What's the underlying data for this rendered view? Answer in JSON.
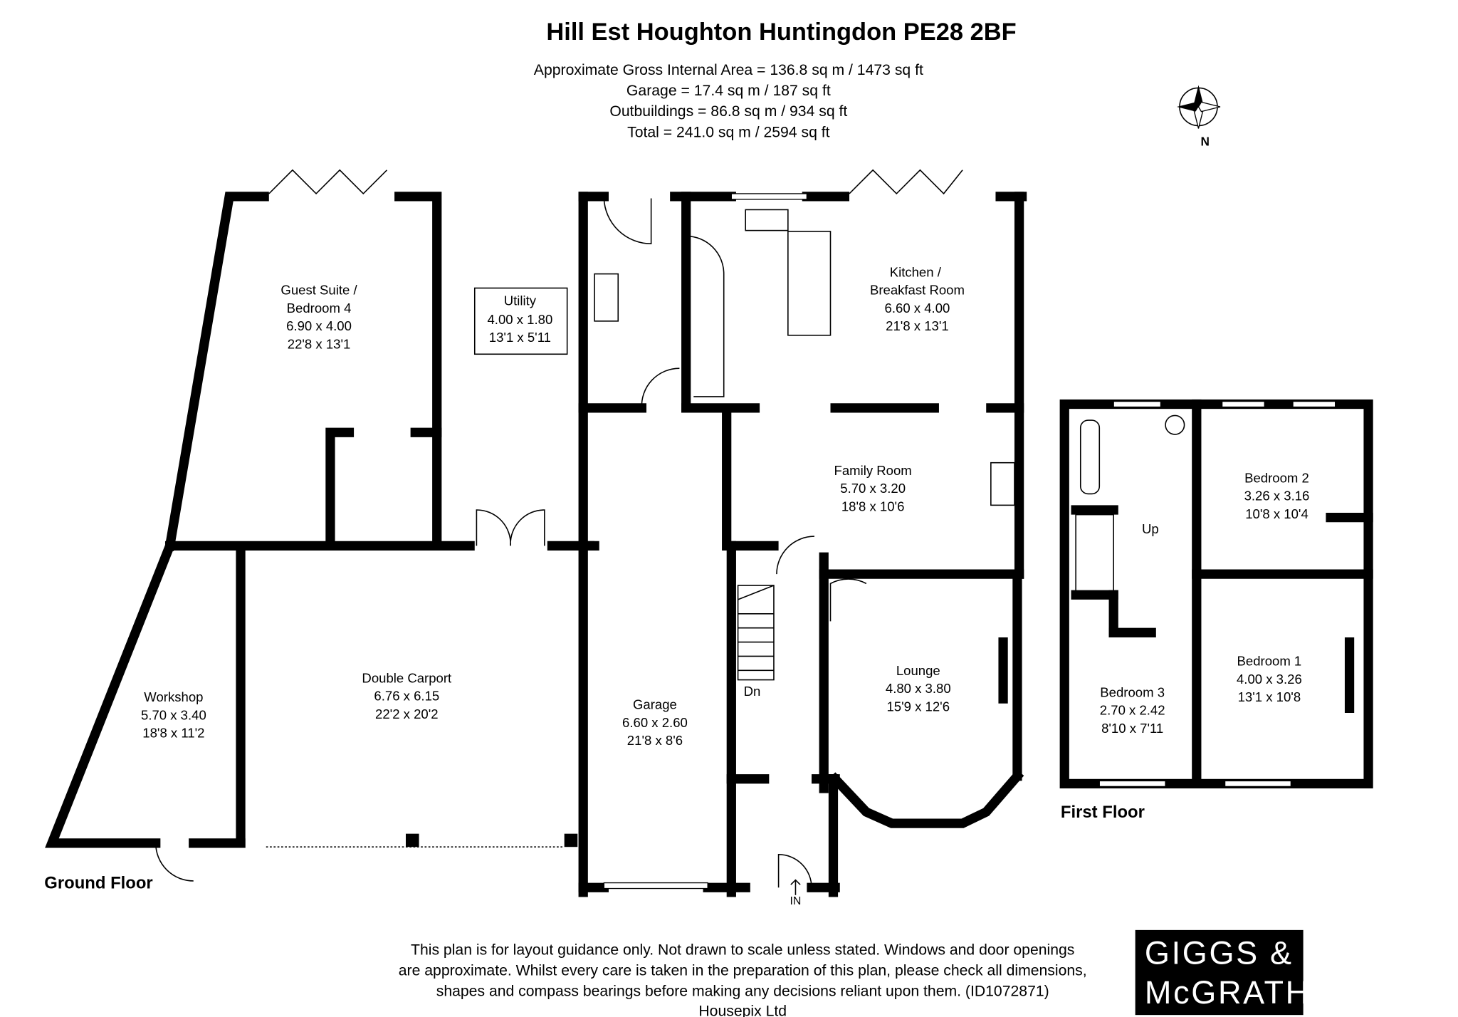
{
  "title": "Hill Est Houghton Huntingdon PE28 2BF",
  "areas": [
    "Approximate Gross Internal Area = 136.8 sq m / 1473 sq ft",
    "Garage = 17.4 sq m / 187 sq ft",
    "Outbuildings = 86.8 sq m / 934 sq ft",
    "Total = 241.0 sq m / 2594 sq ft"
  ],
  "compass": {
    "icon": "compass-rose-icon",
    "label": "N"
  },
  "floors": {
    "ground": "Ground Floor",
    "first": "First Floor"
  },
  "rooms": {
    "guest_suite": [
      "Guest Suite /",
      "Bedroom 4",
      "6.90 x 4.00",
      "22'8 x 13'1"
    ],
    "utility": [
      "Utility",
      "4.00 x 1.80",
      "13'1 x 5'11"
    ],
    "kitchen": [
      "Kitchen /",
      "Breakfast Room",
      "6.60 x 4.00",
      "21'8 x 13'1"
    ],
    "family": [
      "Family Room",
      "5.70 x 3.20",
      "18'8 x 10'6"
    ],
    "workshop": [
      "Workshop",
      "5.70 x 3.40",
      "18'8 x 11'2"
    ],
    "carport": [
      "Double Carport",
      "6.76 x 6.15",
      "22'2 x 20'2"
    ],
    "garage": [
      "Garage",
      "6.60 x 2.60",
      "21'8 x 8'6"
    ],
    "lounge": [
      "Lounge",
      "4.80 x 3.80",
      "15'9 x 12'6"
    ],
    "bedroom2": [
      "Bedroom 2",
      "3.26 x 3.16",
      "10'8 x 10'4"
    ],
    "bedroom1": [
      "Bedroom 1",
      "4.00 x 3.26",
      "13'1 x 10'8"
    ],
    "bedroom3": [
      "Bedroom 3",
      "2.70 x 2.42",
      "8'10 x 7'11"
    ]
  },
  "stair_labels": {
    "down": "Dn",
    "up": "Up",
    "entrance": "IN"
  },
  "disclaimer": [
    "This plan is for layout guidance only. Not drawn to scale unless stated. Windows and door openings",
    "are approximate. Whilst every care is taken in the preparation of this plan, please check all dimensions,",
    "shapes and compass bearings before making any decisions reliant upon them. (ID1072871)",
    "Housepix Ltd"
  ],
  "logo": {
    "line1": "GIGGS &",
    "line2": "McGRATH",
    "background": "#000000",
    "text_color": "#ffffff"
  }
}
